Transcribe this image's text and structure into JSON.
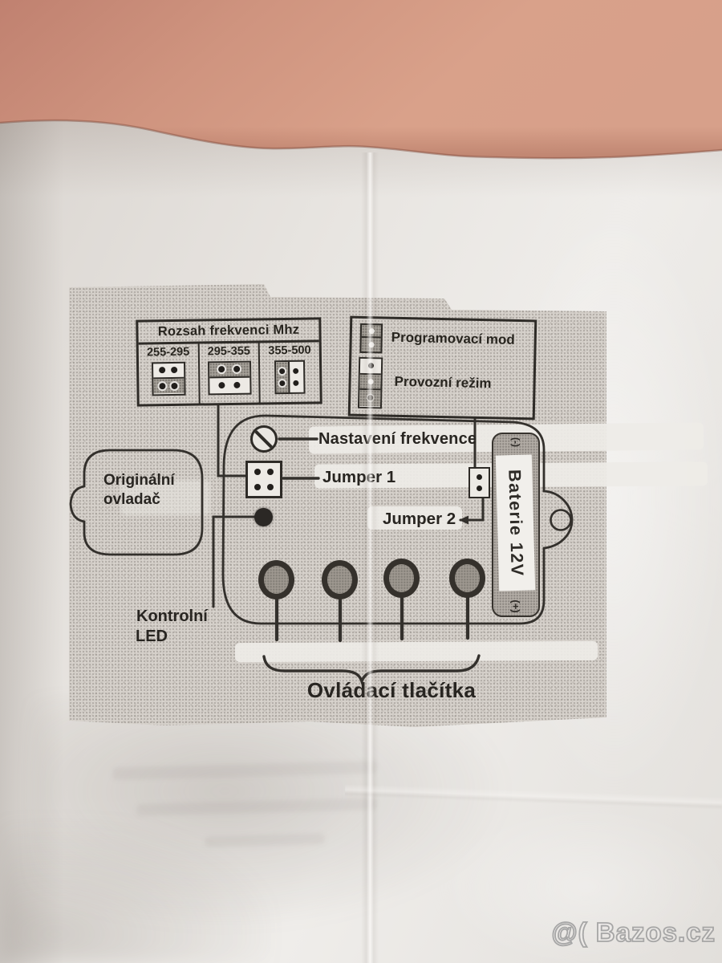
{
  "diagram": {
    "frequency_box": {
      "title": "Rozsah frekvenci Mhz",
      "ranges": [
        "255-295",
        "295-355",
        "355-500"
      ]
    },
    "mode_box": {
      "programming": "Programovací mod",
      "operating": "Provozní režim"
    },
    "labels": {
      "frequency_setting": "Nastavení frekvence",
      "jumper1": "Jumper 1",
      "jumper2": "Jumper 2",
      "original_remote_l1": "Originální",
      "original_remote_l2": "ovladač",
      "control_led_l1": "Kontrolní",
      "control_led_l2": "LED",
      "battery": "Baterie 12V",
      "battery_minus": "(-)",
      "battery_plus": "(+)",
      "control_buttons": "Ovládací tlačítka"
    }
  },
  "watermark": "@( Bazos.cz",
  "colors": {
    "background_pink": "#cf947f",
    "paper": "#e7e4e0",
    "halftone": "#d8d3cd",
    "ink": "#33302c",
    "watermark_gray": "#9e9e9e"
  }
}
